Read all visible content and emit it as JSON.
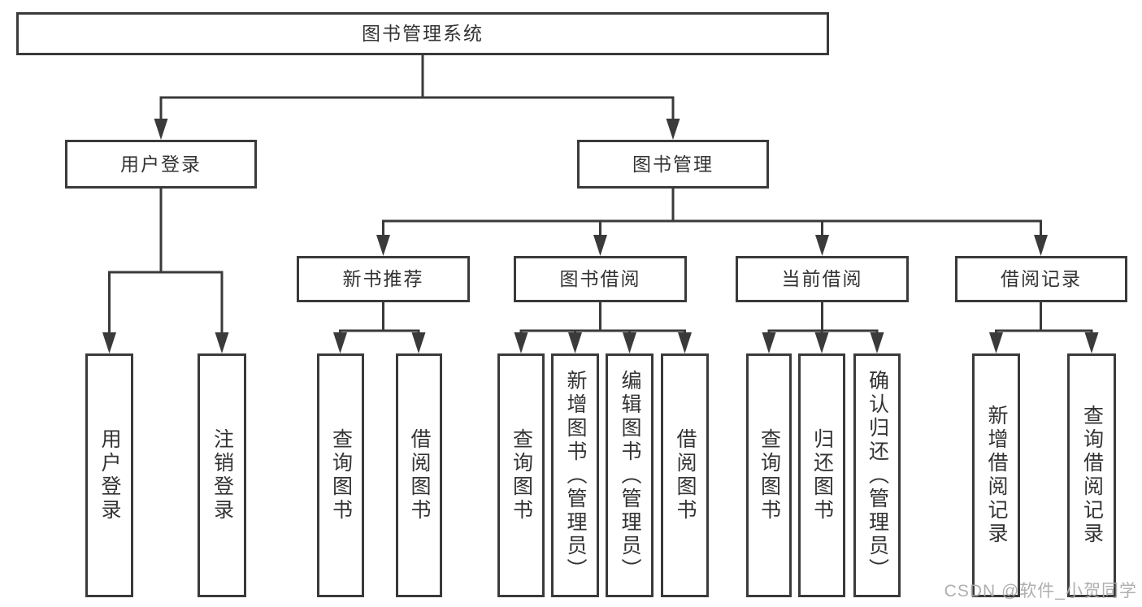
{
  "title": "图书管理系统",
  "tree": {
    "label": "图书管理系统",
    "children": [
      {
        "label": "用户登录",
        "children": [
          {
            "label": "用户登录"
          },
          {
            "label": "注销登录"
          }
        ]
      },
      {
        "label": "图书管理",
        "children": [
          {
            "label": "新书推荐",
            "children": [
              {
                "label": "查询图书"
              },
              {
                "label": "借阅图书"
              }
            ]
          },
          {
            "label": "图书借阅",
            "children": [
              {
                "label": "查询图书"
              },
              {
                "label": "新增图书（管理员）"
              },
              {
                "label": "编辑图书（管理员）"
              },
              {
                "label": "借阅图书"
              }
            ]
          },
          {
            "label": "当前借阅",
            "children": [
              {
                "label": "查询图书"
              },
              {
                "label": "归还图书"
              },
              {
                "label": "确认归还（管理员）"
              }
            ]
          },
          {
            "label": "借阅记录",
            "children": [
              {
                "label": "新增借阅记录"
              },
              {
                "label": "查询借阅记录"
              }
            ]
          }
        ]
      }
    ]
  },
  "watermark": {
    "text": "CSDN @软件_小贺同学"
  },
  "colors": {
    "line": "#3a3a3a",
    "text": "#333333",
    "background": "#ffffff",
    "watermark": "#ababab"
  }
}
